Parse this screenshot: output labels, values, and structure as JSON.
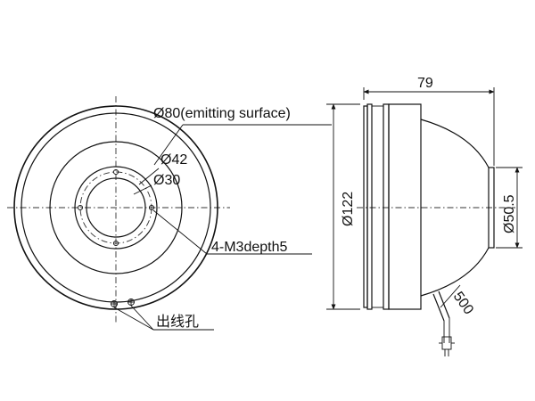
{
  "labels": {
    "emitting": "Ø80(emitting surface)",
    "d42": "Ø42",
    "d30": "Ø30",
    "holes": "4-M3depth5",
    "cable_hole": "出线孔",
    "width": "79",
    "height": "Ø122",
    "d505": "Ø50.5",
    "cable_len": "500"
  },
  "colors": {
    "ink": "#111111",
    "background": "#ffffff"
  }
}
